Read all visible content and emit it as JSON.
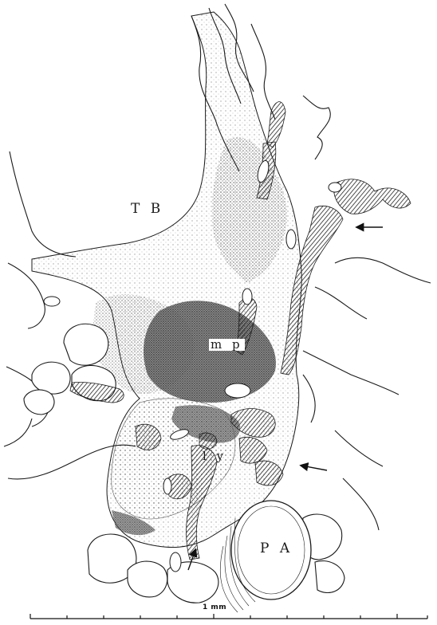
{
  "labels": {
    "tb": "T B",
    "mp": "m p",
    "ly": "l y",
    "pa": "P A"
  },
  "scale_bar": {
    "label": "1 mm"
  },
  "colors": {
    "ink": "#1a1a1a",
    "stipple": "#8a8a8a",
    "stipple_dense": "#3a3a3a",
    "paper": "#ffffff"
  }
}
